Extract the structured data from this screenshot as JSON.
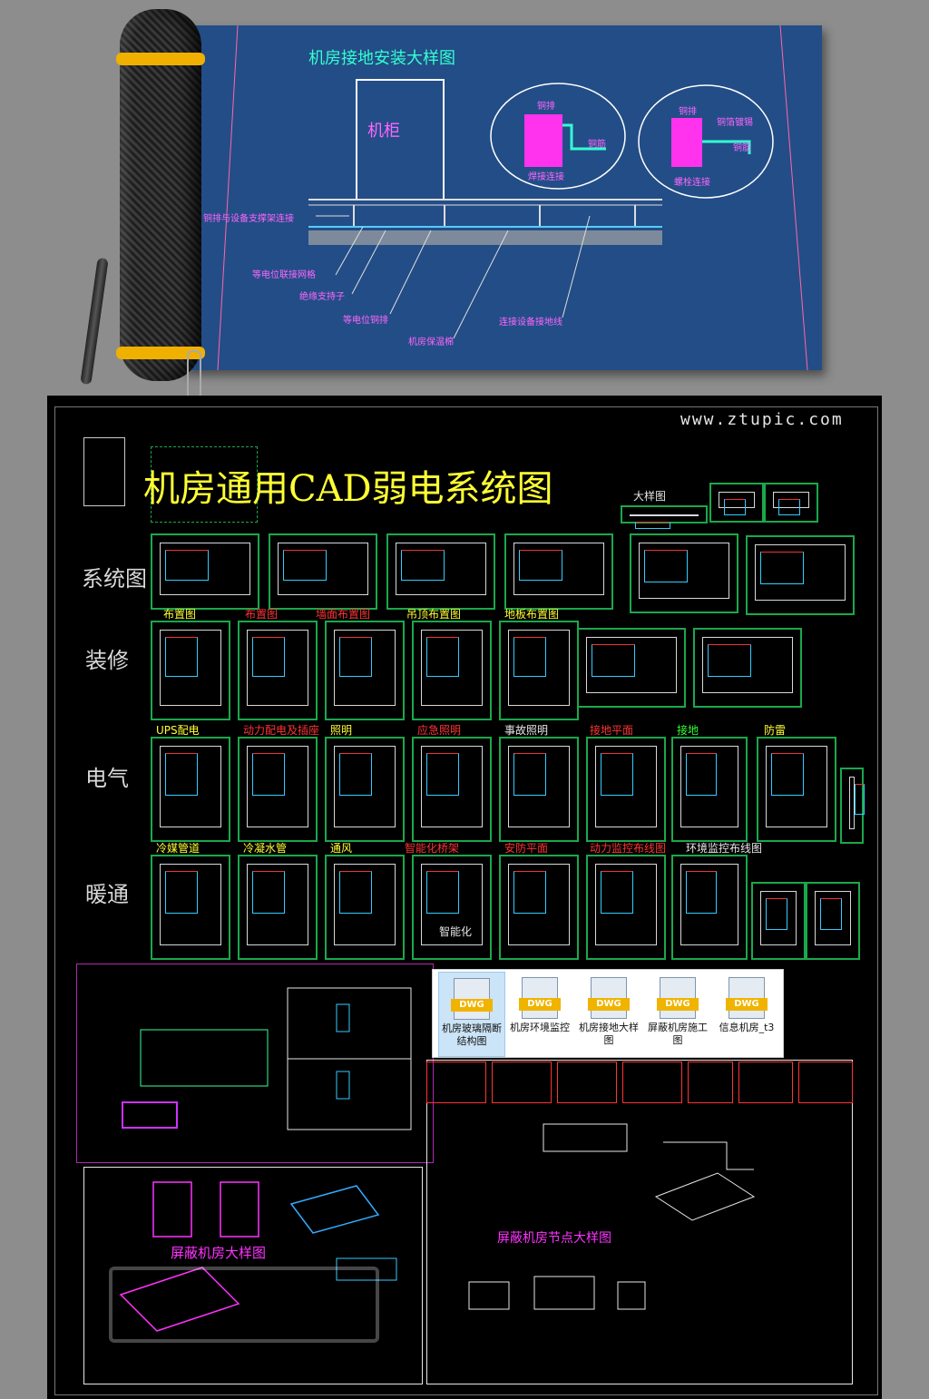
{
  "poster": {
    "title": "机房接地安装大样图",
    "cabinet": "机柜",
    "left_circle": {
      "top": "铜排",
      "right": "铜筋",
      "bottom": "焊接连接"
    },
    "right_circle": {
      "top": "铜排",
      "right_top": "铜箔镀锡",
      "right": "铜筋",
      "bottom": "螺栓连接"
    },
    "callouts": [
      "铜排与设备支撑架连接",
      "等电位联接网格",
      "绝缘支持子",
      "等电位铜排",
      "机房保温棉",
      "连接设备接地线"
    ]
  },
  "sheet": {
    "watermark": "www.ztupic.com",
    "title": "机房通用CAD弱电系统图",
    "detail_label": "大样图",
    "categories": [
      "系统图",
      "装修",
      "电气",
      "暖通"
    ],
    "row_labels": {
      "decor": [
        "布置图",
        "布置图",
        "墙面布置图",
        "吊顶布置图",
        "地板布置图"
      ],
      "elec": [
        "UPS配电",
        "动力配电及插座",
        "照明",
        "应急照明",
        "事故照明",
        "接地平面",
        "接地",
        "防雷"
      ],
      "hvac": [
        "冷媒管道",
        "冷凝水管",
        "通风",
        "智能化桥架",
        "安防平面",
        "动力监控布线图",
        "环境监控布线图"
      ]
    },
    "hvac_note": "智能化",
    "lower_labels": {
      "shield_large": "屏蔽机房大样图",
      "shield_node": "屏蔽机房节点大样图"
    }
  },
  "files": [
    {
      "name": "机房玻璃隔断结构图",
      "selected": true,
      "icon": "dwg-file-icon"
    },
    {
      "name": "机房环境监控",
      "selected": false,
      "icon": "dwg-file-icon"
    },
    {
      "name": "机房接地大样图",
      "selected": false,
      "icon": "dwg-file-icon"
    },
    {
      "name": "屏蔽机房施工图",
      "selected": false,
      "icon": "dwg-file-icon"
    },
    {
      "name": "信息机房_t3",
      "selected": false,
      "icon": "dwg-file-icon"
    }
  ],
  "file_badge": "DWG",
  "colors": {
    "poster_bg": "#234d86",
    "sheet_bg": "#000000",
    "accent_yellow": "#ffff33",
    "accent_red": "#ff3333",
    "frame_green": "#1aa84c"
  }
}
